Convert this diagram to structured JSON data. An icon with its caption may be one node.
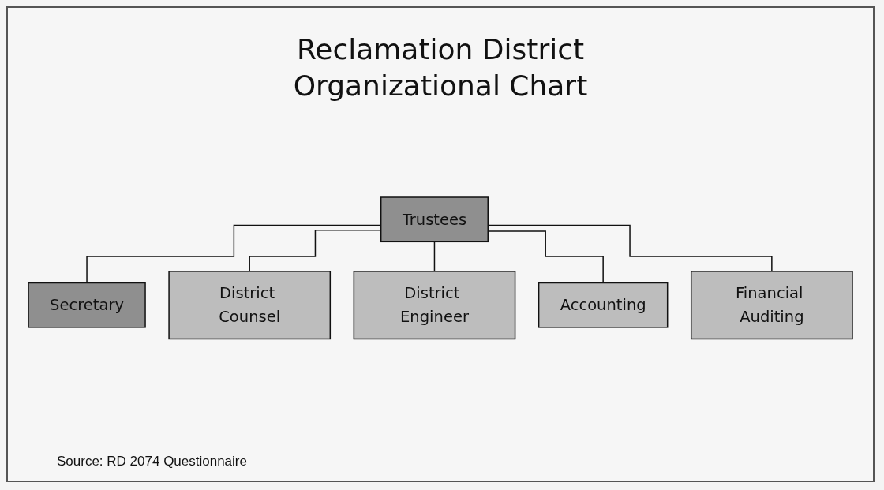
{
  "diagram": {
    "title": "Reclamation District Organizational Chart",
    "nodes": [
      {
        "text": [
          "Trustees"
        ]
      },
      {
        "text": [
          "Secretary"
        ]
      },
      {
        "text": [
          "District Counsel"
        ]
      },
      {
        "text": [
          "District Engineer"
        ]
      },
      {
        "text": [
          "Accounting"
        ]
      },
      {
        "text": [
          "Financial Auditing"
        ]
      }
    ],
    "edges": [
      {
        "from": 0,
        "to": 1,
        "arrow": "none"
      },
      {
        "from": 0,
        "to": 2,
        "arrow": "none"
      },
      {
        "from": 0,
        "to": 3,
        "arrow": "none"
      },
      {
        "from": 0,
        "to": 4,
        "arrow": "none"
      },
      {
        "from": 0,
        "to": 5,
        "arrow": "none"
      }
    ],
    "caption": "Source:  RD 2074 Questionnaire"
  }
}
